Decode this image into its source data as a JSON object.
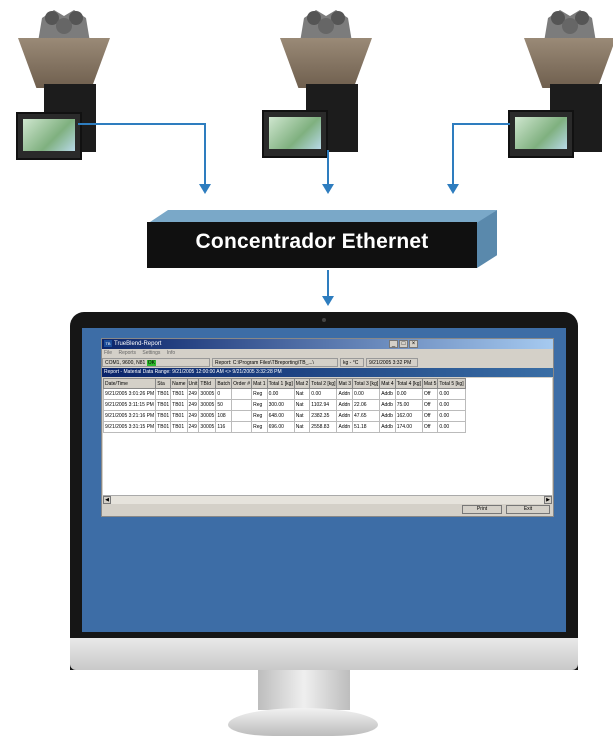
{
  "diagram": {
    "concentrator_label": "Concentrador Ethernet"
  },
  "colors": {
    "connector": "#2e7dbf",
    "desktop": "#3d6da6",
    "title_bar": "#0a246a",
    "status_ok": "#2eb82e"
  },
  "app": {
    "title": "TrueBlend-Report",
    "menu": [
      "File",
      "Reports",
      "Settings",
      "Info"
    ],
    "window_buttons": [
      "_",
      "□",
      "×"
    ],
    "status": {
      "port": "COM1, 9600, N81",
      "ok": "OK",
      "report_path": "Report: C:\\Program Files\\TBreporting\\TB_...\\",
      "units": "kg - °C",
      "datetime": "9/21/2005  3:32 PM"
    },
    "report_header": "Report - Material Data  Range: 9/21/2005 12:00:00 AM <> 9/21/2005 3:32:28 PM",
    "columns": [
      "Date/Time",
      "Sta",
      "Name",
      "Unit",
      "TBId",
      "Batch",
      "Order #",
      "Mat 1",
      "Total 1 [kg]",
      "Mat 2",
      "Total 2 [kg]",
      "Mat 3",
      "Total 3 [kg]",
      "Mat 4",
      "Total 4 [kg]",
      "Mat 5",
      "Total 5 [kg]"
    ],
    "rows": [
      [
        "9/21/2005 3:01:26 PM",
        "TB01",
        "TB01",
        "249",
        "30005",
        "0",
        "",
        "Reg",
        "0.00",
        "Nat",
        "0.00",
        "Addn",
        "0.00",
        "Addb",
        "0.00",
        "Off",
        "0.00"
      ],
      [
        "9/21/2005 3:11:15 PM",
        "TB01",
        "TB01",
        "249",
        "30005",
        "50",
        "",
        "Reg",
        "300.00",
        "Nat",
        "1102.94",
        "Addn",
        "22.06",
        "Addb",
        "75.00",
        "Off",
        "0.00"
      ],
      [
        "9/21/2005 3:21:16 PM",
        "TB01",
        "TB01",
        "249",
        "30005",
        "108",
        "",
        "Reg",
        "648.00",
        "Nat",
        "2382.35",
        "Addn",
        "47.65",
        "Addb",
        "162.00",
        "Off",
        "0.00"
      ],
      [
        "9/21/2005 3:31:15 PM",
        "TB01",
        "TB01",
        "249",
        "30005",
        "116",
        "",
        "Reg",
        "696.00",
        "Nat",
        "2558.83",
        "Addn",
        "51.18",
        "Addb",
        "174.00",
        "Off",
        "0.00"
      ]
    ],
    "buttons": {
      "print": "Print",
      "exit": "Exit"
    }
  }
}
